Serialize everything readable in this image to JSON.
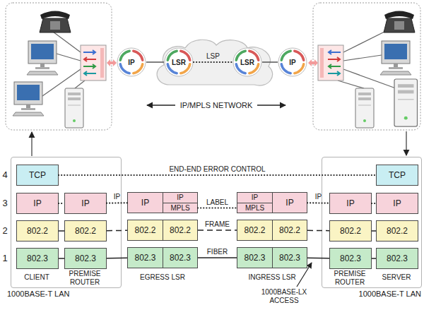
{
  "diagram": {
    "nodes": [
      {
        "text": [
          "IP"
        ]
      },
      {
        "text": [
          "LSR"
        ]
      },
      {
        "text": [
          "LSR"
        ]
      },
      {
        "text": [
          "IP"
        ]
      },
      {
        "text": [
          "1000BASE-T LAN"
        ]
      },
      {
        "text": [
          "TCP"
        ],
        "in": 4
      },
      {
        "text": [
          "IP"
        ],
        "in": 4
      },
      {
        "text": [
          "802.2"
        ],
        "in": 4
      },
      {
        "text": [
          "802.3"
        ],
        "in": 4
      },
      {
        "text": [
          "IP"
        ],
        "in": 4
      },
      {
        "text": [
          "802.2"
        ],
        "in": 4
      },
      {
        "text": [
          "802.3"
        ],
        "in": 4
      },
      {
        "text": [
          "IP"
        ]
      },
      {
        "text": [
          "802.2"
        ]
      },
      {
        "text": [
          "802.3"
        ]
      },
      {
        "text": [
          "IP"
        ]
      },
      {
        "text": [
          "MPLS"
        ]
      },
      {
        "text": [
          "802.2"
        ]
      },
      {
        "text": [
          "802.3"
        ]
      },
      {
        "text": [
          "IP"
        ]
      },
      {
        "text": [
          "MPLS"
        ]
      },
      {
        "text": [
          "802.2"
        ]
      },
      {
        "text": [
          "802.3"
        ]
      },
      {
        "text": [
          "IP"
        ]
      },
      {
        "text": [
          "802.2"
        ]
      },
      {
        "text": [
          "802.3"
        ]
      },
      {
        "text": [
          "1000BASE-T LAN"
        ]
      },
      {
        "text": [
          "IP"
        ],
        "in": 26
      },
      {
        "text": [
          "802.2"
        ],
        "in": 26
      },
      {
        "text": [
          "802.3"
        ],
        "in": 26
      },
      {
        "text": [
          "TCP"
        ],
        "in": 26
      },
      {
        "text": [
          "IP"
        ],
        "in": 26
      },
      {
        "text": [
          "802.2"
        ],
        "in": 26
      },
      {
        "text": [
          "802.3"
        ],
        "in": 26
      }
    ],
    "edges": [
      {
        "from": 0,
        "to": 1,
        "arrow": "none"
      },
      {
        "from": 1,
        "to": 2,
        "label": "LSP",
        "arrow": "none"
      },
      {
        "from": 2,
        "to": 3,
        "arrow": "none"
      },
      {
        "from": 5,
        "to": 30,
        "label": "END-END ERROR CONTROL",
        "arrow": "none"
      },
      {
        "from": 6,
        "to": 9,
        "arrow": "none"
      },
      {
        "from": 9,
        "to": 12,
        "label": "IP",
        "arrow": "none"
      },
      {
        "from": 16,
        "to": 20,
        "label": "LABEL",
        "arrow": "none"
      },
      {
        "from": 23,
        "to": 27,
        "label": "IP",
        "arrow": "none"
      },
      {
        "from": 27,
        "to": 31,
        "arrow": "none"
      },
      {
        "from": 7,
        "to": 10,
        "arrow": "none"
      },
      {
        "from": 10,
        "to": 13,
        "arrow": "none"
      },
      {
        "from": 17,
        "to": 21,
        "label": "FRAME",
        "arrow": "none"
      },
      {
        "from": 24,
        "to": 28,
        "arrow": "none"
      },
      {
        "from": 28,
        "to": 32,
        "arrow": "none"
      },
      {
        "from": 8,
        "to": 11,
        "arrow": "none"
      },
      {
        "from": 11,
        "to": 14,
        "arrow": "none"
      },
      {
        "from": 18,
        "to": 22,
        "label": "FIBER",
        "arrow": "none"
      },
      {
        "from": 25,
        "to": 29,
        "arrow": "none"
      },
      {
        "from": 29,
        "to": 33,
        "arrow": "none"
      }
    ],
    "labels": [
      "4",
      "3",
      "2",
      "1",
      "CLIENT",
      "PREMISE ROUTER",
      "EGRESS LSR",
      "INGRESS LSR",
      "PREMISE ROUTER",
      "SERVER",
      "1000BASE-LX ACCESS",
      "IP/MPLS NETWORK"
    ]
  }
}
